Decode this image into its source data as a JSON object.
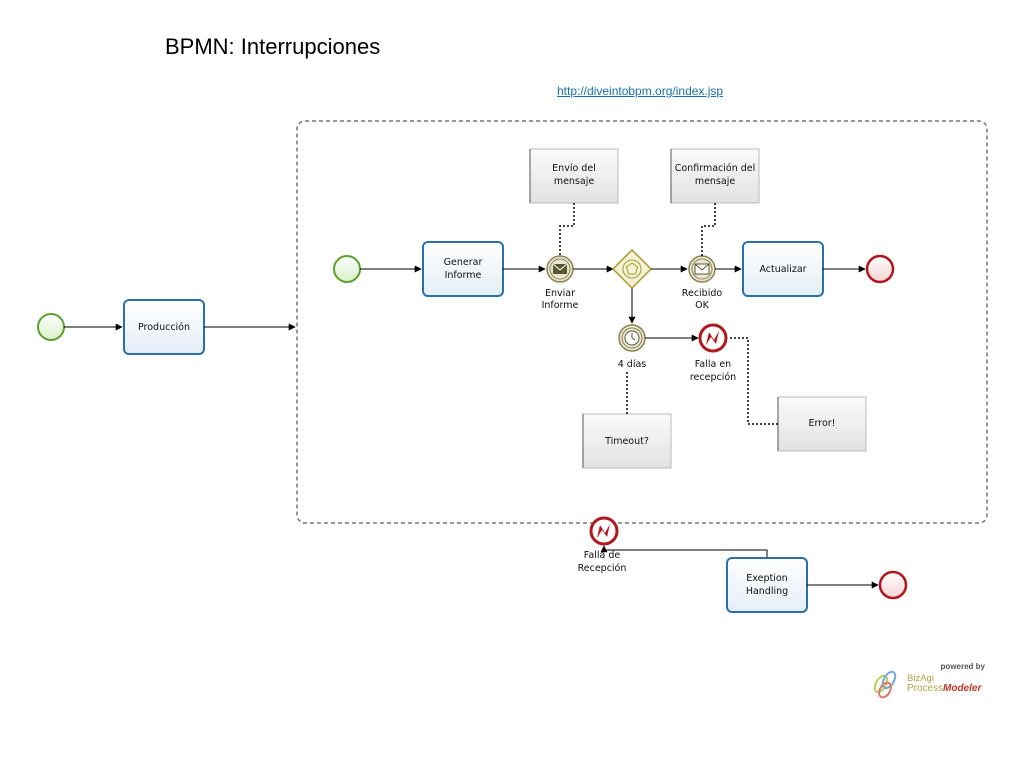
{
  "title": "BPMN: Interrupciones",
  "link": "http://diveintobpm.org/index.jsp",
  "tasks": {
    "produccion": "Producción",
    "generar": [
      "Generar",
      "Informe"
    ],
    "actualizar": "Actualizar",
    "exception": [
      "Exeption",
      "Handling"
    ]
  },
  "events": {
    "enviar": [
      "Enviar",
      "Informe"
    ],
    "recibido": [
      "Recibido",
      "OK"
    ],
    "timer": "4 días",
    "falla_inner": [
      "Falla en",
      "recepción"
    ],
    "falla_boundary": [
      "Falla de",
      "Recepción"
    ]
  },
  "annotations": {
    "envio": [
      "Envío del",
      "mensaje"
    ],
    "confirmacion": [
      "Confirmación del",
      "mensaje"
    ],
    "timeout": "Timeout?",
    "error": "Error!"
  },
  "brand": {
    "powered": "powered by",
    "name": "BizAgi",
    "product_a": "Process",
    "product_b": "Modeler"
  },
  "colors": {
    "task_stroke": "#2a6fa8",
    "start_stroke": "#5aa02c",
    "end_stroke": "#b0181e",
    "intermediate_stroke": "#8a8450",
    "gateway_stroke": "#a89b2a"
  }
}
